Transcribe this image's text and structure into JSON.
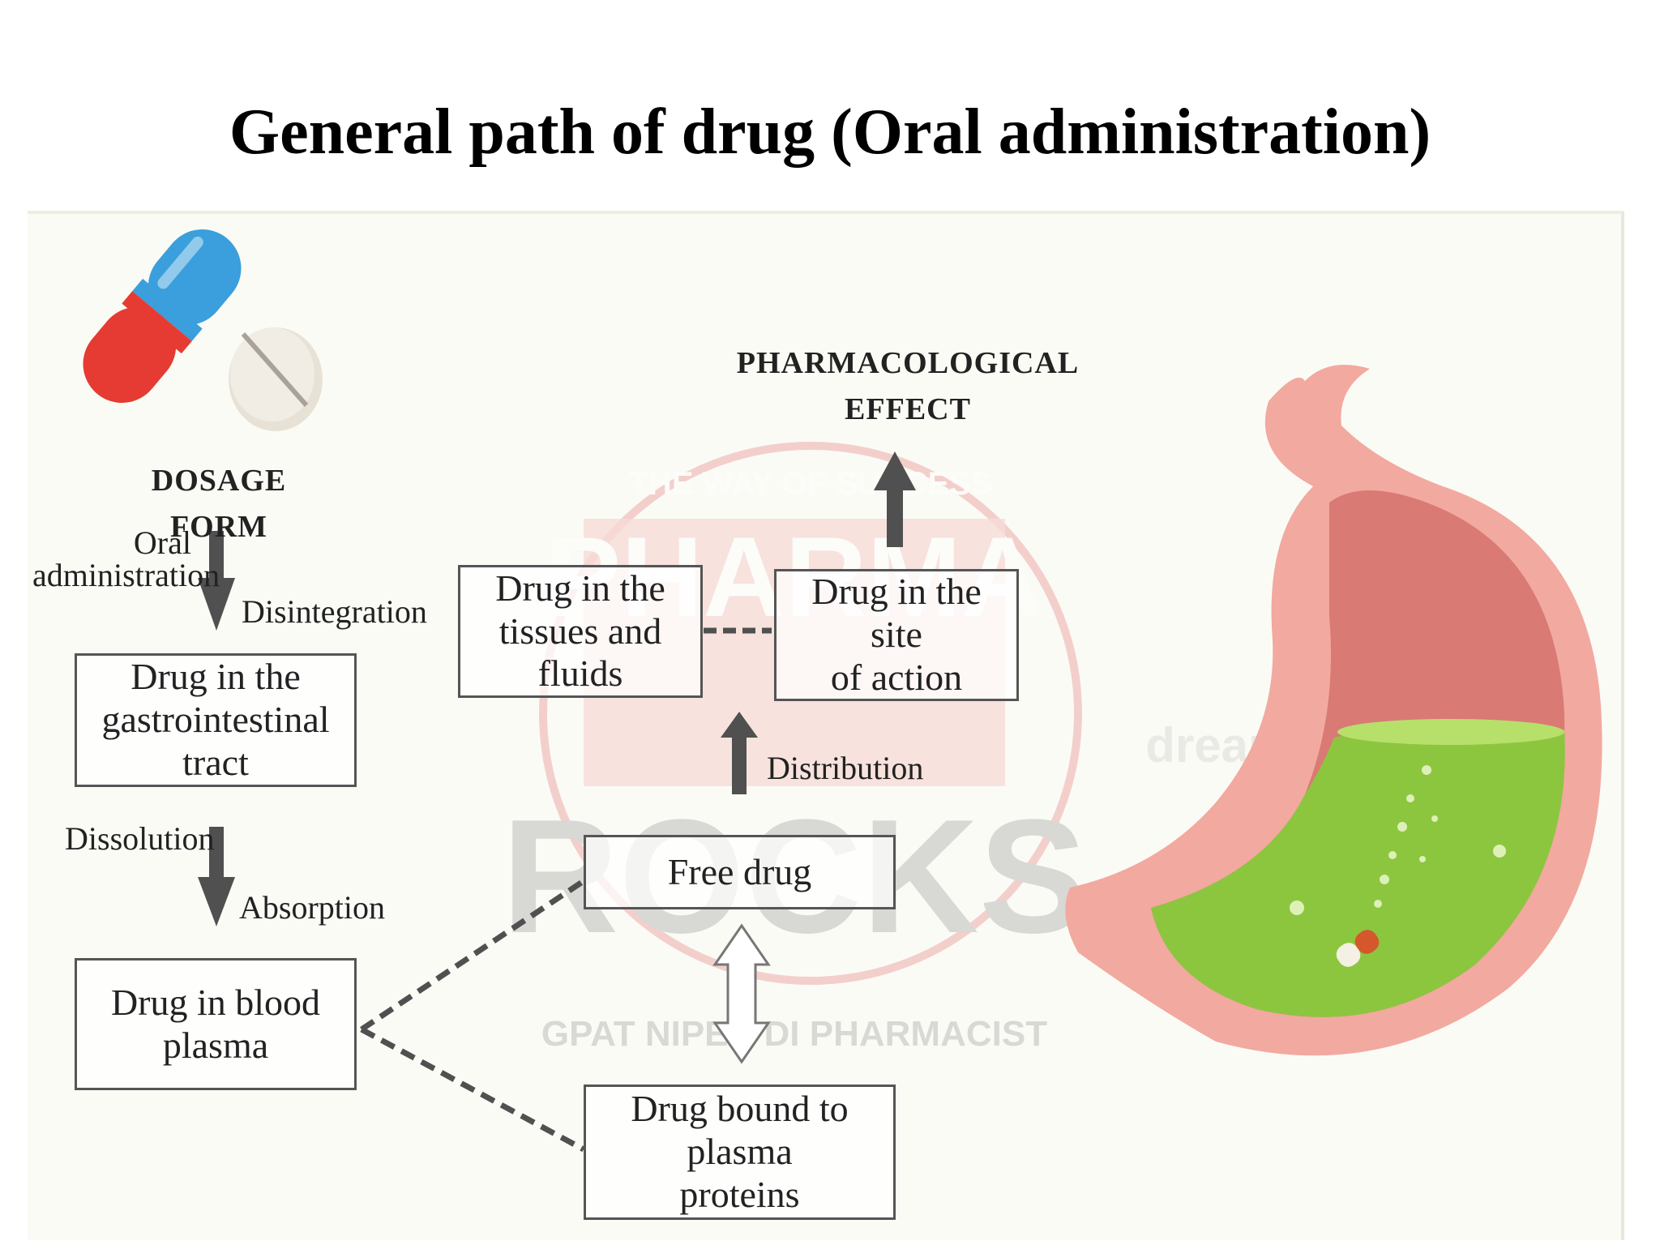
{
  "title": "General path of drug (Oral administration)",
  "nodes": {
    "dosage_form": "DOSAGE FORM",
    "gi_tract": "Drug in the\ngastrointestinal tract",
    "blood_plasma": "Drug in blood\nplasma",
    "free_drug": "Free drug",
    "bound_drug": "Drug bound to plasma\nproteins",
    "tissues": "Drug in the\ntissues and fluids",
    "site_of_action": "Drug in the site\nof action",
    "pharm_effect": "PHARMACOLOGICAL\nEFFECT"
  },
  "edge_labels": {
    "oral_administration": "Oral\nadministration",
    "disintegration": "Disintegration",
    "dissolution": "Dissolution",
    "absorption": "Absorption",
    "distribution": "Distribution"
  },
  "watermark": {
    "top": "THE WAY OF SUCCESS",
    "line1": "PHARMA",
    "line2": "ROCKS",
    "bottom": "GPAT NIPER DI PHARMACIST",
    "side": "dreams"
  },
  "colors": {
    "arrow": "#505050",
    "box_border": "#555555",
    "watermark": "#e77f7f",
    "capsule_red": "#e53b32",
    "capsule_blue": "#3a9fdc",
    "stomach_outer": "#f2a9a0",
    "stomach_inner": "#d97a75",
    "gastric_fluid": "#8cc63f"
  },
  "icons": [
    "capsule-icon",
    "tablet-icon",
    "stomach-illustration"
  ]
}
